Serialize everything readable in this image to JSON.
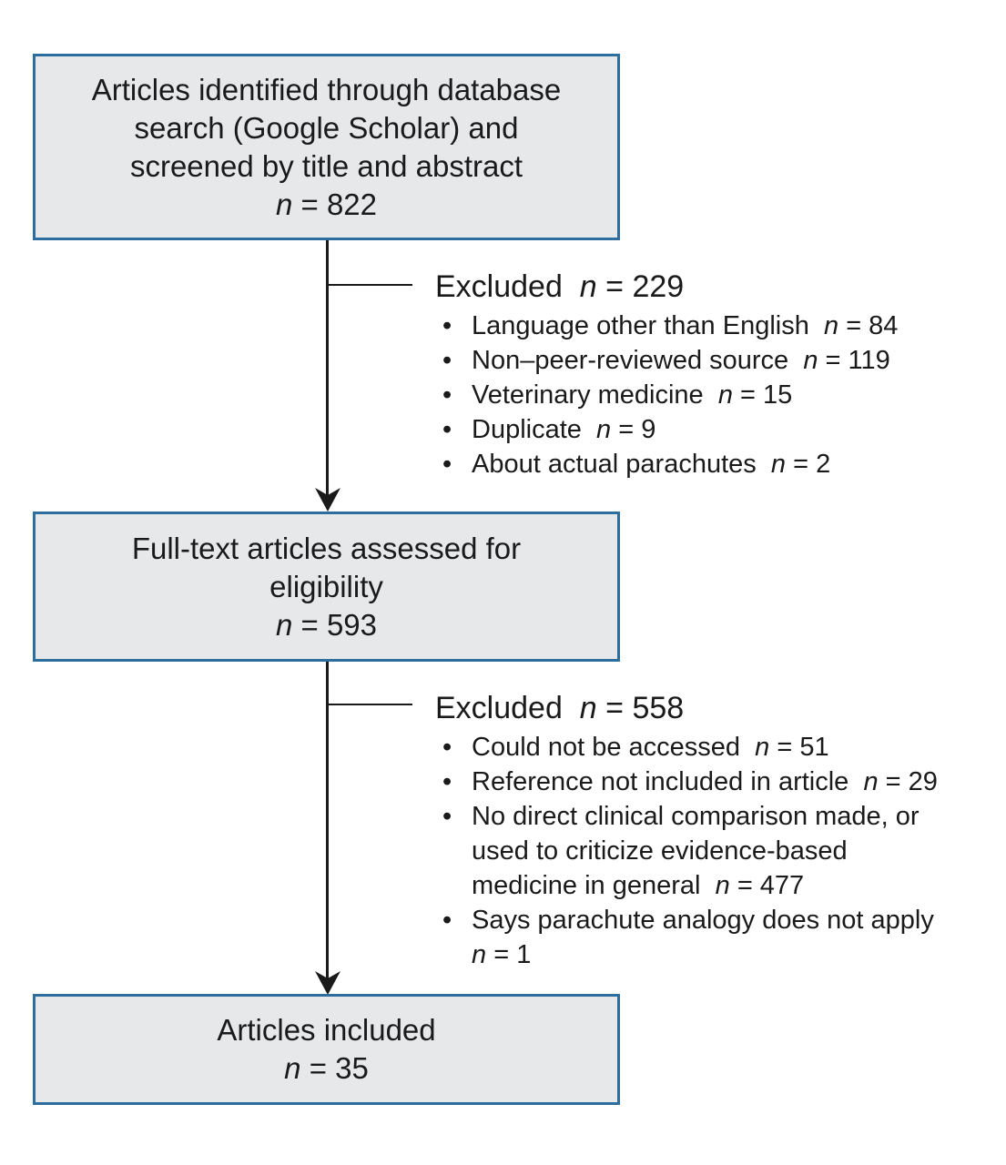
{
  "boxes": {
    "identified": {
      "lines": [
        "Articles identified through database",
        "search (Google Scholar) and",
        "screened by title and abstract"
      ],
      "n_symbol": "n",
      "n_value": "= 822"
    },
    "fulltext": {
      "lines": [
        "Full-text articles assessed for",
        "eligibility"
      ],
      "n_symbol": "n",
      "n_value": "= 593"
    },
    "included": {
      "lines": [
        "Articles included"
      ],
      "n_symbol": "n",
      "n_value": "= 35"
    }
  },
  "exclusions": [
    {
      "title": "Excluded",
      "n_symbol": "n",
      "n_value": "= 229",
      "items": [
        {
          "label": "Language other than English",
          "n": "n",
          "value": "= 84"
        },
        {
          "label": "Non–peer-reviewed source",
          "n": "n",
          "value": "= 119"
        },
        {
          "label": "Veterinary medicine",
          "n": "n",
          "value": "= 15"
        },
        {
          "label": "Duplicate",
          "n": "n",
          "value": "= 9"
        },
        {
          "label": "About actual parachutes",
          "n": "n",
          "value": "= 2"
        }
      ]
    },
    {
      "title": "Excluded",
      "n_symbol": "n",
      "n_value": "= 558",
      "items": [
        {
          "label": "Could not be accessed",
          "n": "n",
          "value": "= 51"
        },
        {
          "label": "Reference not included in article",
          "n": "n",
          "value": "= 29"
        },
        {
          "label": "No direct clinical comparison made, or",
          "cont": [
            "used to criticize evidence-based",
            "medicine in general"
          ],
          "n": "n",
          "value": "= 477"
        },
        {
          "label": "Says parachute analogy does not apply",
          "cont": [
            ""
          ],
          "n": "n",
          "value": "= 1"
        }
      ]
    }
  ],
  "colors": {
    "box_fill": "#e6e8ea",
    "box_border": "#2d6e9e",
    "line": "#1a1a1a"
  }
}
